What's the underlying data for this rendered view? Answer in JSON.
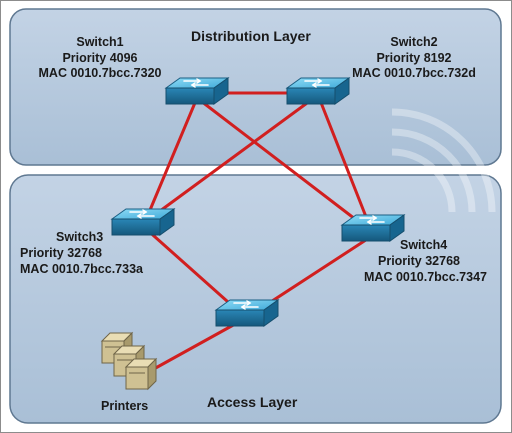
{
  "layers": {
    "distribution": "Distribution Layer",
    "access": "Access Layer"
  },
  "switch1": {
    "name": "Switch1",
    "priority": "Priority 4096",
    "mac": "MAC 0010.7bcc.7320"
  },
  "switch2": {
    "name": "Switch2",
    "priority": "Priority 8192",
    "mac": "MAC 0010.7bcc.732d"
  },
  "switch3": {
    "name": "Switch3",
    "priority": "Priority 32768",
    "mac": "MAC 0010.7bcc.733a"
  },
  "switch4": {
    "name": "Switch4",
    "priority": "Priority 32768",
    "mac": "MAC 0010.7bcc.7347"
  },
  "printers": {
    "label": "Printers"
  },
  "colors": {
    "panel_fill": "#b6c9de",
    "panel_border": "#5f7891",
    "link": "#d11f1f",
    "switch_top": "#5cc4ec",
    "switch_side": "#1e6f99"
  }
}
